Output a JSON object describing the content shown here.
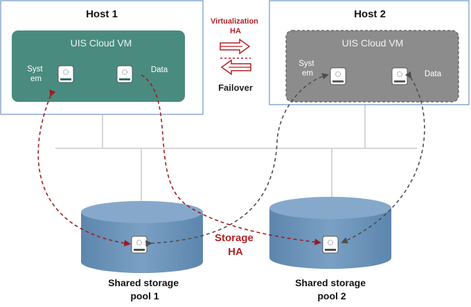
{
  "hosts": [
    {
      "title": "Host 1",
      "vm_label": "UIS Cloud VM",
      "system_label": [
        "Syst",
        "em"
      ],
      "data_label": "Data"
    },
    {
      "title": "Host 2",
      "vm_label": "UIS Cloud VM",
      "system_label": [
        "Syst",
        "em"
      ],
      "data_label": "Data"
    }
  ],
  "virtualization_ha": [
    "Virtualization",
    "HA"
  ],
  "failover_label": "Failover",
  "storage_ha": [
    "Storage",
    "HA"
  ],
  "pools": [
    {
      "label": [
        "Shared storage",
        "pool 1"
      ]
    },
    {
      "label": [
        "Shared storage",
        "pool 2"
      ]
    }
  ],
  "colors": {
    "host_border": "#6d93c5",
    "vm_active": "#4a8b7f",
    "vm_standby": "#8c8c8c",
    "storage": "#6f95b8",
    "accent_red": "#b21f24",
    "link_gray": "#555555"
  },
  "icons": {
    "disk": "disk-drive-icon",
    "arrow_right": "outline-arrow-right-icon",
    "arrow_left": "outline-arrow-left-icon"
  }
}
